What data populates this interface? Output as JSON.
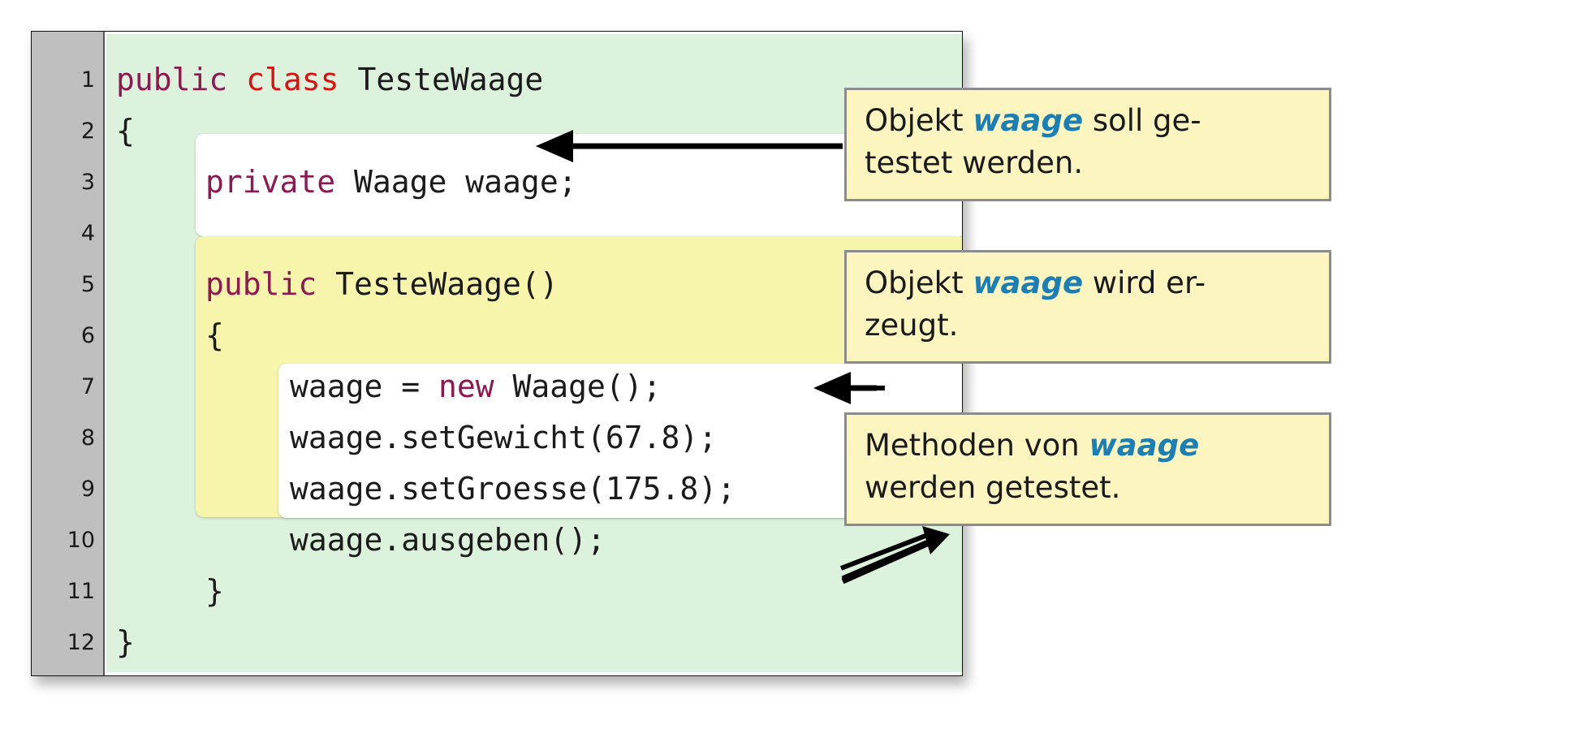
{
  "editor": {
    "line_numbers": [
      "1",
      "2",
      "3",
      "4",
      "5",
      "6",
      "7",
      "8",
      "9",
      "10",
      "11",
      "12"
    ],
    "code": {
      "line1_kw_public": "public",
      "line1_kw_class": "class",
      "line1_name": "TesteWaage",
      "line2": "{",
      "line3_kw": "private",
      "line3_rest": " Waage waage;",
      "line5_kw": "public",
      "line5_rest": " TesteWaage()",
      "line6": "{",
      "line7_a": "waage = ",
      "line7_kw": "new",
      "line7_b": " Waage();",
      "line8": "waage.setGewicht(67.8);",
      "line9": "waage.setGroesse(175.8);",
      "line10": "waage.ausgeben();",
      "line11": "}",
      "line12": "}"
    }
  },
  "callouts": [
    {
      "id": "callout-1",
      "before": "Objekt ",
      "highlight": "waage",
      "after": " soll ge-",
      "line2": "testet werden."
    },
    {
      "id": "callout-2",
      "before": "Objekt ",
      "highlight": "waage",
      "after": " wird er-",
      "line2": "zeugt."
    },
    {
      "id": "callout-3",
      "before": "Methoden von ",
      "highlight": "waage",
      "after": "",
      "line2": "werden getestet."
    }
  ],
  "colors": {
    "class_block": "#ddf2dd",
    "ctor_block": "#f7f5ac",
    "inner_block": "#ffffff",
    "gutter": "#bfbfbf",
    "callout_fill": "#fcf5c0",
    "callout_border": "#8c8c8c",
    "keyword_purple": "#8c1a4f",
    "keyword_red": "#d81111",
    "highlight_blue": "#1b7fb5"
  }
}
